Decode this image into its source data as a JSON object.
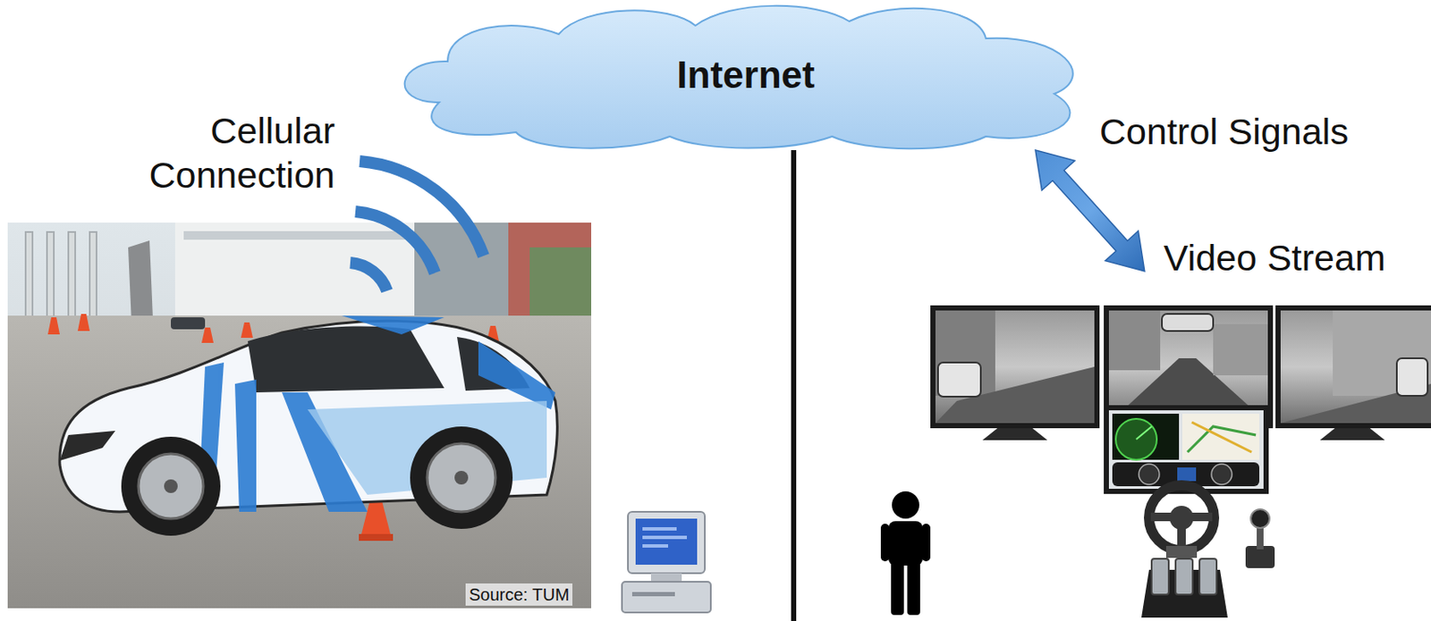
{
  "diagram": {
    "nodes": [
      {
        "text": [
          "Internet"
        ]
      }
    ],
    "labels": [
      "Cellular Connection",
      "Control Signals",
      "Video Stream",
      "Source: TUM"
    ]
  }
}
